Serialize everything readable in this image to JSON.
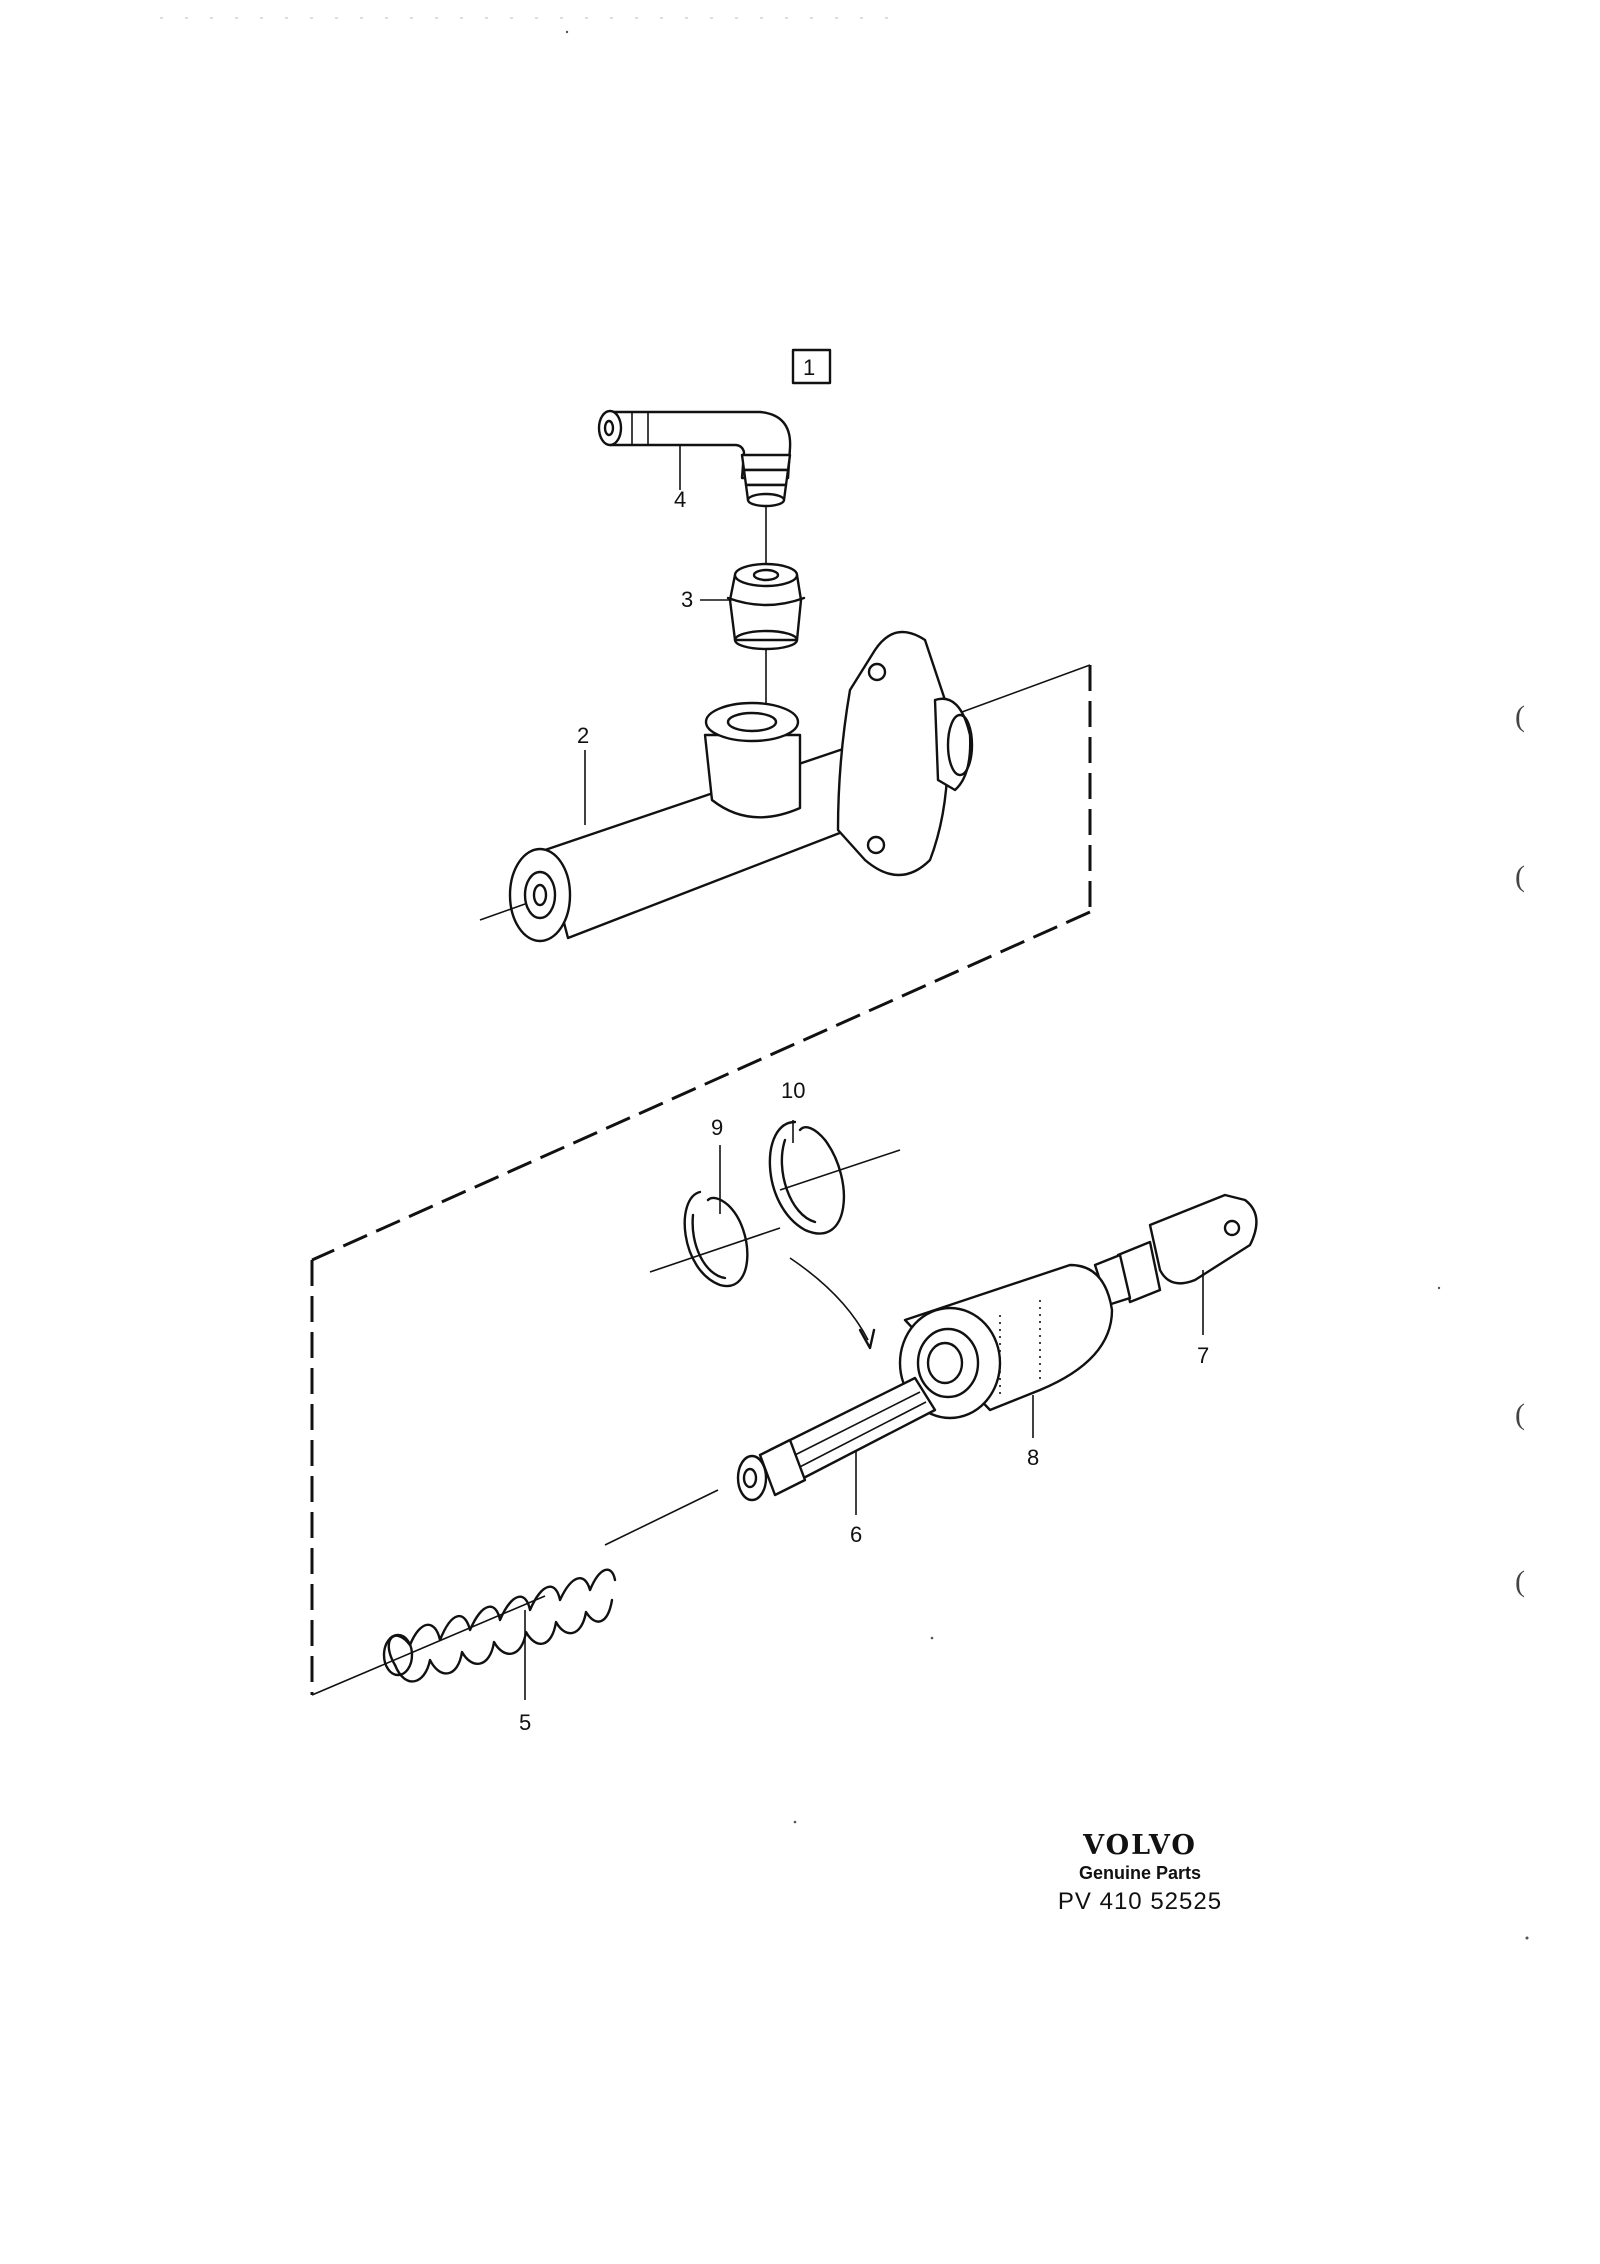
{
  "group_box": "1",
  "callouts": [
    "2",
    "3",
    "4",
    "5",
    "6",
    "7",
    "8",
    "9",
    "10"
  ],
  "brand": {
    "logo": "VOLVO",
    "tagline": "Genuine Parts",
    "part_ref": "PV 410 52525"
  },
  "margin_marks": [
    "(",
    "(",
    "(",
    "("
  ]
}
